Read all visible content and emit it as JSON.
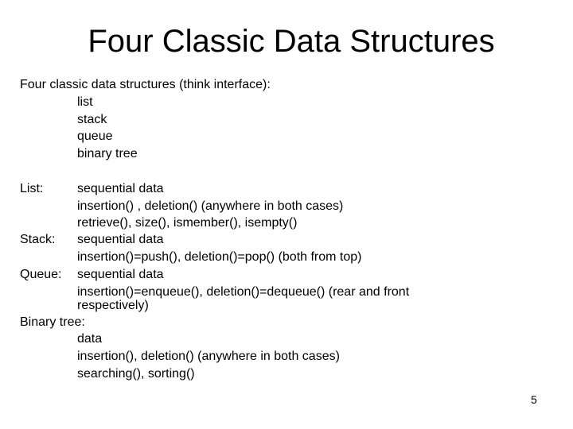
{
  "slide": {
    "title": "Four Classic Data Structures",
    "intro": "Four classic data structures (think interface):",
    "intro_items": [
      "list",
      "stack",
      "queue",
      "binary tree"
    ],
    "list": {
      "label": "List:",
      "lines": [
        "sequential data",
        "insertion() , deletion() (anywhere in both cases)",
        "retrieve(), size(), ismember(), isempty()"
      ]
    },
    "stack": {
      "label": "Stack:",
      "lines": [
        "sequential data",
        "insertion()=push(), deletion()=pop() (both from top)"
      ]
    },
    "queue": {
      "label": "Queue:",
      "lines": [
        "sequential data",
        "insertion()=enqueue(), deletion()=dequeue() (rear and front",
        "respectively)"
      ]
    },
    "binary_tree": {
      "label": "Binary tree:",
      "lines": [
        "data",
        "insertion(), deletion() (anywhere in both cases)",
        "searching(), sorting()"
      ]
    },
    "page_number": "5"
  }
}
